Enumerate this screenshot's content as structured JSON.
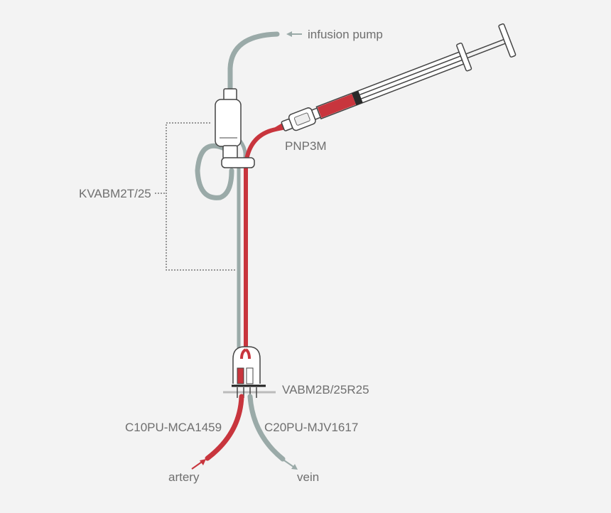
{
  "labels": {
    "infusion_pump": "infusion pump",
    "pnp": "PNP3M",
    "kvabm": "KVABM2T/25",
    "vabm": "VABM2B/25R25",
    "c10": "C10PU-MCA1459",
    "c20": "C20PU-MJV1617",
    "artery": "artery",
    "vein": "vein"
  },
  "colors": {
    "background": "#f3f3f3",
    "blood_red": "#c8353d",
    "tube_gray": "#9aaaa8",
    "label": "#6f6f6f",
    "outline": "#444444"
  }
}
